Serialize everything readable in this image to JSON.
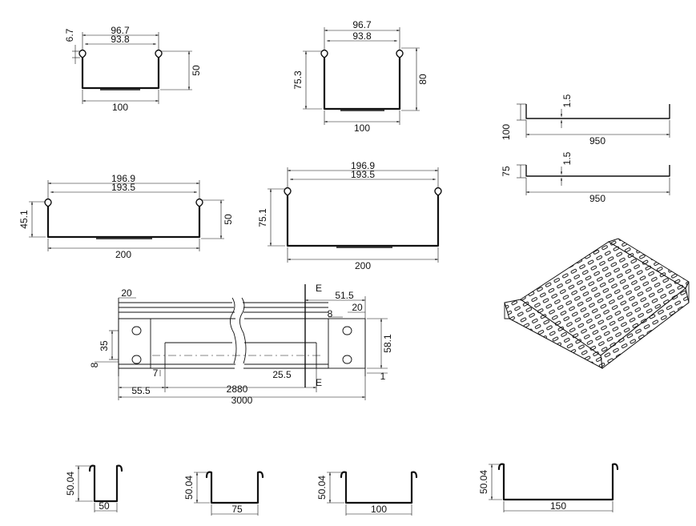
{
  "tray_100x50": {
    "w_outer": "96.7",
    "w_inner": "93.8",
    "lip": "6.7",
    "height": "50",
    "width": "100"
  },
  "tray_100x80": {
    "w_outer": "96.7",
    "w_inner": "93.8",
    "h_inner": "75.3",
    "height": "80",
    "width": "100"
  },
  "tray_200x50": {
    "w_outer": "196.9",
    "w_inner": "193.5",
    "h_inner": "45.1",
    "height": "50",
    "width": "200"
  },
  "tray_200x80": {
    "w_outer": "196.9",
    "w_inner": "193.5",
    "h_inner": "75.1",
    "width": "200"
  },
  "cover_100": {
    "height": "100",
    "thickness": "1.5",
    "width": "950"
  },
  "cover_75": {
    "height": "75",
    "thickness": "1.5",
    "width": "950"
  },
  "side_view": {
    "d_20_left": "20",
    "d_35": "35",
    "d_8_left": "8",
    "d_7": "7",
    "d_55_5": "55.5",
    "d_2880": "2880",
    "d_3000": "3000",
    "d_25_5": "25.5",
    "d_51_5": "51.5",
    "d_20_right": "20",
    "d_8_right": "8",
    "d_58_1": "58.1",
    "d_1": "1",
    "section_top": "E",
    "section_bottom": "E"
  },
  "channels": [
    {
      "height": "50.04",
      "width": "50"
    },
    {
      "height": "50.04",
      "width": "75"
    },
    {
      "height": "50.04",
      "width": "100"
    },
    {
      "height": "50.04",
      "width": "150"
    }
  ]
}
